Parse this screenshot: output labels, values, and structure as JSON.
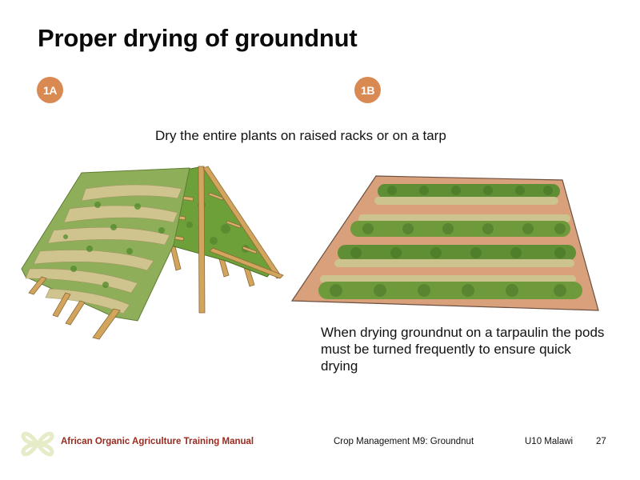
{
  "slide": {
    "title": "Proper drying of groundnut",
    "badges": [
      {
        "label": "1A",
        "color": "#d98a52"
      },
      {
        "label": "1B",
        "color": "#d98a52"
      }
    ],
    "caption_top": "Dry the entire plants on raised racks or on a tarp",
    "caption_bottom": "When drying groundnut on a tarpaulin the pods must be turned frequently to ensure quick drying",
    "illustrations": [
      {
        "id": "1A",
        "subject": "groundnut plants drying on A-frame raised wooden rack"
      },
      {
        "id": "1B",
        "subject": "groundnut plants laid in rows on a tarpaulin"
      }
    ]
  },
  "footer": {
    "logo_icon": "four-petal-knot-logo",
    "manual_title": "African Organic Agriculture Training Manual",
    "module": "Crop Management M9: Groundnut",
    "unit": "U10 Malawi",
    "page_number": "27"
  },
  "colors": {
    "badge": "#d98a52",
    "manual_title": "#9b2a1e",
    "logo": "#e6ecc8",
    "tarp": "#d9a07c",
    "plant_green": "#6e9a3a",
    "plant_dry": "#c9c48a",
    "wood": "#d2a45c"
  }
}
